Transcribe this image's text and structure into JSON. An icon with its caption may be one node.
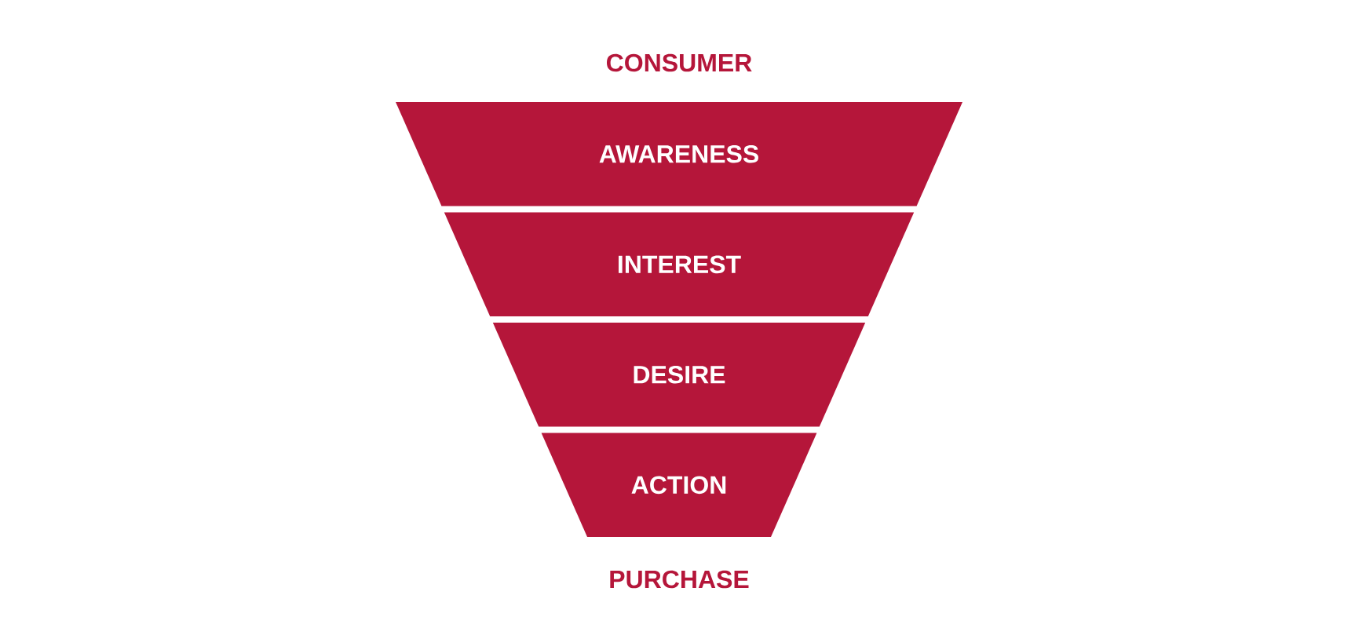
{
  "diagram": {
    "nodes": [
      {
        "text": [
          "AWARENESS"
        ]
      },
      {
        "text": [
          "INTEREST"
        ]
      },
      {
        "text": [
          "DESIRE"
        ]
      },
      {
        "text": [
          "ACTION"
        ]
      }
    ],
    "labels": [
      "CONSUMER",
      "PURCHASE"
    ]
  }
}
